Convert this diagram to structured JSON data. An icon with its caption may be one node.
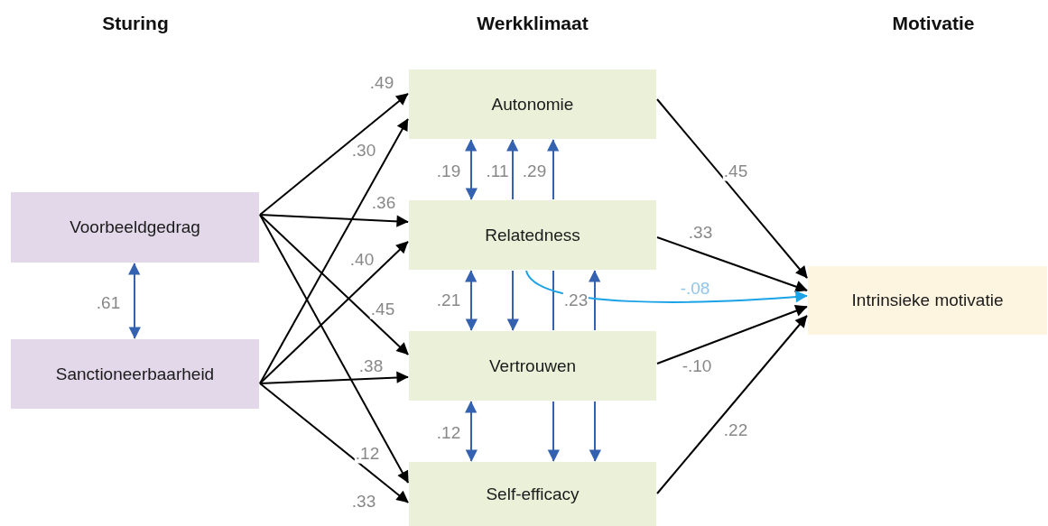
{
  "diagram": {
    "nodes": [
      {
        "text": [
          "Voorbeeldgedrag"
        ]
      },
      {
        "text": [
          "Sanctioneerbaarheid"
        ]
      },
      {
        "text": [
          "Autonomie"
        ]
      },
      {
        "text": [
          "Relatedness"
        ]
      },
      {
        "text": [
          "Vertrouwen"
        ]
      },
      {
        "text": [
          "Self-efficacy"
        ]
      },
      {
        "text": [
          "Intrinsieke motivatie"
        ]
      }
    ],
    "edges": [
      {
        "from": 0,
        "to": 2,
        "arrow": "to",
        "label": ".49"
      },
      {
        "from": 1,
        "to": 2,
        "arrow": "to",
        "label": ".30"
      },
      {
        "from": 0,
        "to": 3,
        "arrow": "to",
        "label": ".36"
      },
      {
        "from": 1,
        "to": 3,
        "arrow": "to",
        "label": ".40"
      },
      {
        "from": 0,
        "to": 4,
        "arrow": "to",
        "label": ".45"
      },
      {
        "from": 1,
        "to": 4,
        "arrow": "to",
        "label": ".38"
      },
      {
        "from": 0,
        "to": 5,
        "arrow": "to",
        "label": ".12"
      },
      {
        "from": 1,
        "to": 5,
        "arrow": "to",
        "label": ".33"
      },
      {
        "from": 0,
        "to": 1,
        "arrow": "both",
        "label": ".61",
        "color": "#3461b0"
      },
      {
        "from": 2,
        "to": 3,
        "arrow": "both",
        "label": ".19",
        "color": "#3461b0"
      },
      {
        "from": 3,
        "to": 2,
        "arrow": "to",
        "label": ".11",
        "color": "#3461b0"
      },
      {
        "from": 3,
        "to": 2,
        "arrow": "to",
        "label": ".29",
        "color": "#3461b0"
      },
      {
        "from": 3,
        "to": 4,
        "arrow": "both",
        "label": ".21",
        "color": "#3461b0"
      },
      {
        "from": 3,
        "to": 4,
        "arrow": "to",
        "color": "#3461b0"
      },
      {
        "from": 3,
        "to": 4,
        "arrow": "none",
        "color": "#3461b0"
      },
      {
        "from": 4,
        "to": 3,
        "arrow": "to",
        "label": ".23",
        "color": "#3461b0"
      },
      {
        "from": 4,
        "to": 5,
        "arrow": "both",
        "label": ".12",
        "color": "#3461b0"
      },
      {
        "from": 4,
        "to": 5,
        "arrow": "to",
        "color": "#3461b0"
      },
      {
        "from": 4,
        "to": 5,
        "arrow": "to",
        "color": "#3461b0"
      },
      {
        "from": 2,
        "to": 6,
        "arrow": "to",
        "label": ".45"
      },
      {
        "from": 3,
        "to": 6,
        "arrow": "to",
        "label": ".33"
      },
      {
        "from": 3,
        "to": 6,
        "arrow": "to",
        "label": "-.08",
        "color": "#1aa3e6"
      },
      {
        "from": 4,
        "to": 6,
        "arrow": "to",
        "label": "-.10"
      },
      {
        "from": 5,
        "to": 6,
        "arrow": "to",
        "label": ".22"
      }
    ],
    "labels": [
      "Sturing",
      "Werkklimaat",
      "Motivatie"
    ]
  }
}
